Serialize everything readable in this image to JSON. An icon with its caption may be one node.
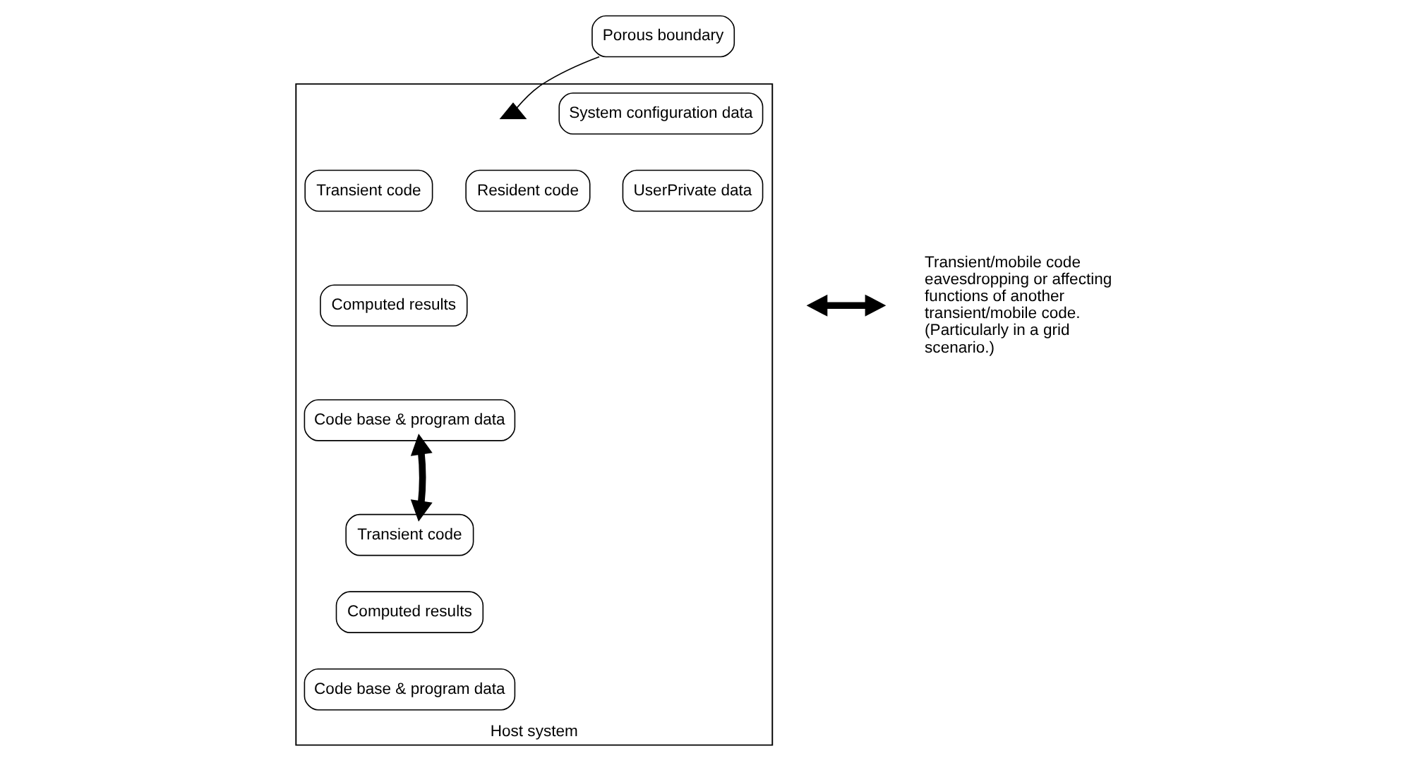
{
  "diagram": {
    "nodes": [
      {
        "text": [
          "Host system"
        ]
      },
      {
        "text": [
          "System configuration data"
        ],
        "in": 0
      },
      {
        "text": [
          "UserPrivate data"
        ],
        "in": 0
      },
      {
        "text": [
          "Resident code"
        ],
        "in": 0
      },
      {
        "text": [
          "Transient code"
        ],
        "in": 0
      },
      {
        "text": [
          "Computed results"
        ],
        "in": 0
      },
      {
        "text": [
          "Code base & program data"
        ],
        "in": 0
      },
      {
        "text": [
          "Transient code"
        ],
        "in": 0
      },
      {
        "text": [
          "Computed results"
        ],
        "in": 0
      },
      {
        "text": [
          "Code base & program data"
        ],
        "in": 0
      },
      {
        "text": [],
        "shape": "triangle",
        "in": 0
      },
      {
        "text": [
          "Porous boundary"
        ]
      }
    ],
    "edges": [
      {
        "from": 11,
        "to": 10,
        "arrow": "none"
      },
      {
        "from": 7,
        "to": 6,
        "arrow": "both",
        "style": "thick"
      }
    ],
    "legend": [
      {
        "text": "Transient/mobile code eavesdropping or affecting functions of another transient/mobile code. (Particularly in a grid scenario.)"
      }
    ]
  }
}
